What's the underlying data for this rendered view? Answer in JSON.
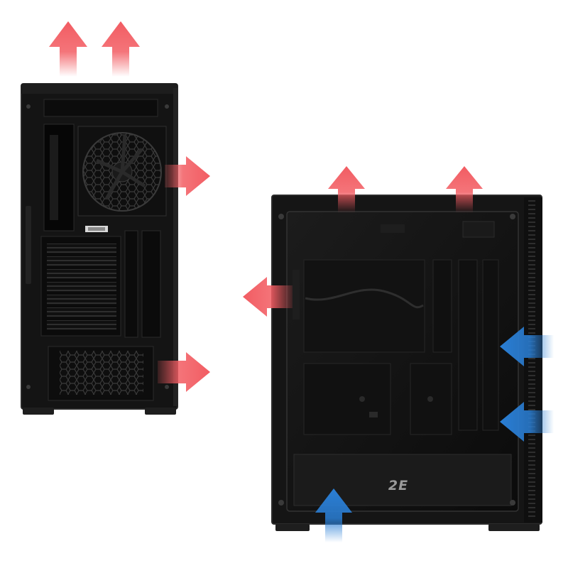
{
  "colors": {
    "exhaust_arrow": "#f25c62",
    "intake_arrow": "#2a7fd6",
    "case_body": "#151515",
    "panel_edge": "#2b2b2b",
    "background": "#ffffff"
  },
  "rear_view": {
    "exhaust_arrows": [
      {
        "direction": "up",
        "icon": "arrow-up-icon"
      },
      {
        "direction": "up",
        "icon": "arrow-up-icon"
      },
      {
        "direction": "right",
        "icon": "arrow-right-icon"
      },
      {
        "direction": "right",
        "icon": "arrow-right-icon"
      }
    ],
    "expansion_slots": 7
  },
  "side_view": {
    "logo_text": "2E",
    "exhaust_arrows": [
      {
        "direction": "up",
        "icon": "arrow-up-icon"
      },
      {
        "direction": "up",
        "icon": "arrow-up-icon"
      },
      {
        "direction": "left",
        "icon": "arrow-left-icon"
      }
    ],
    "intake_arrows": [
      {
        "direction": "left",
        "icon": "arrow-left-icon"
      },
      {
        "direction": "left",
        "icon": "arrow-left-icon"
      },
      {
        "direction": "up",
        "icon": "arrow-up-icon"
      }
    ]
  }
}
